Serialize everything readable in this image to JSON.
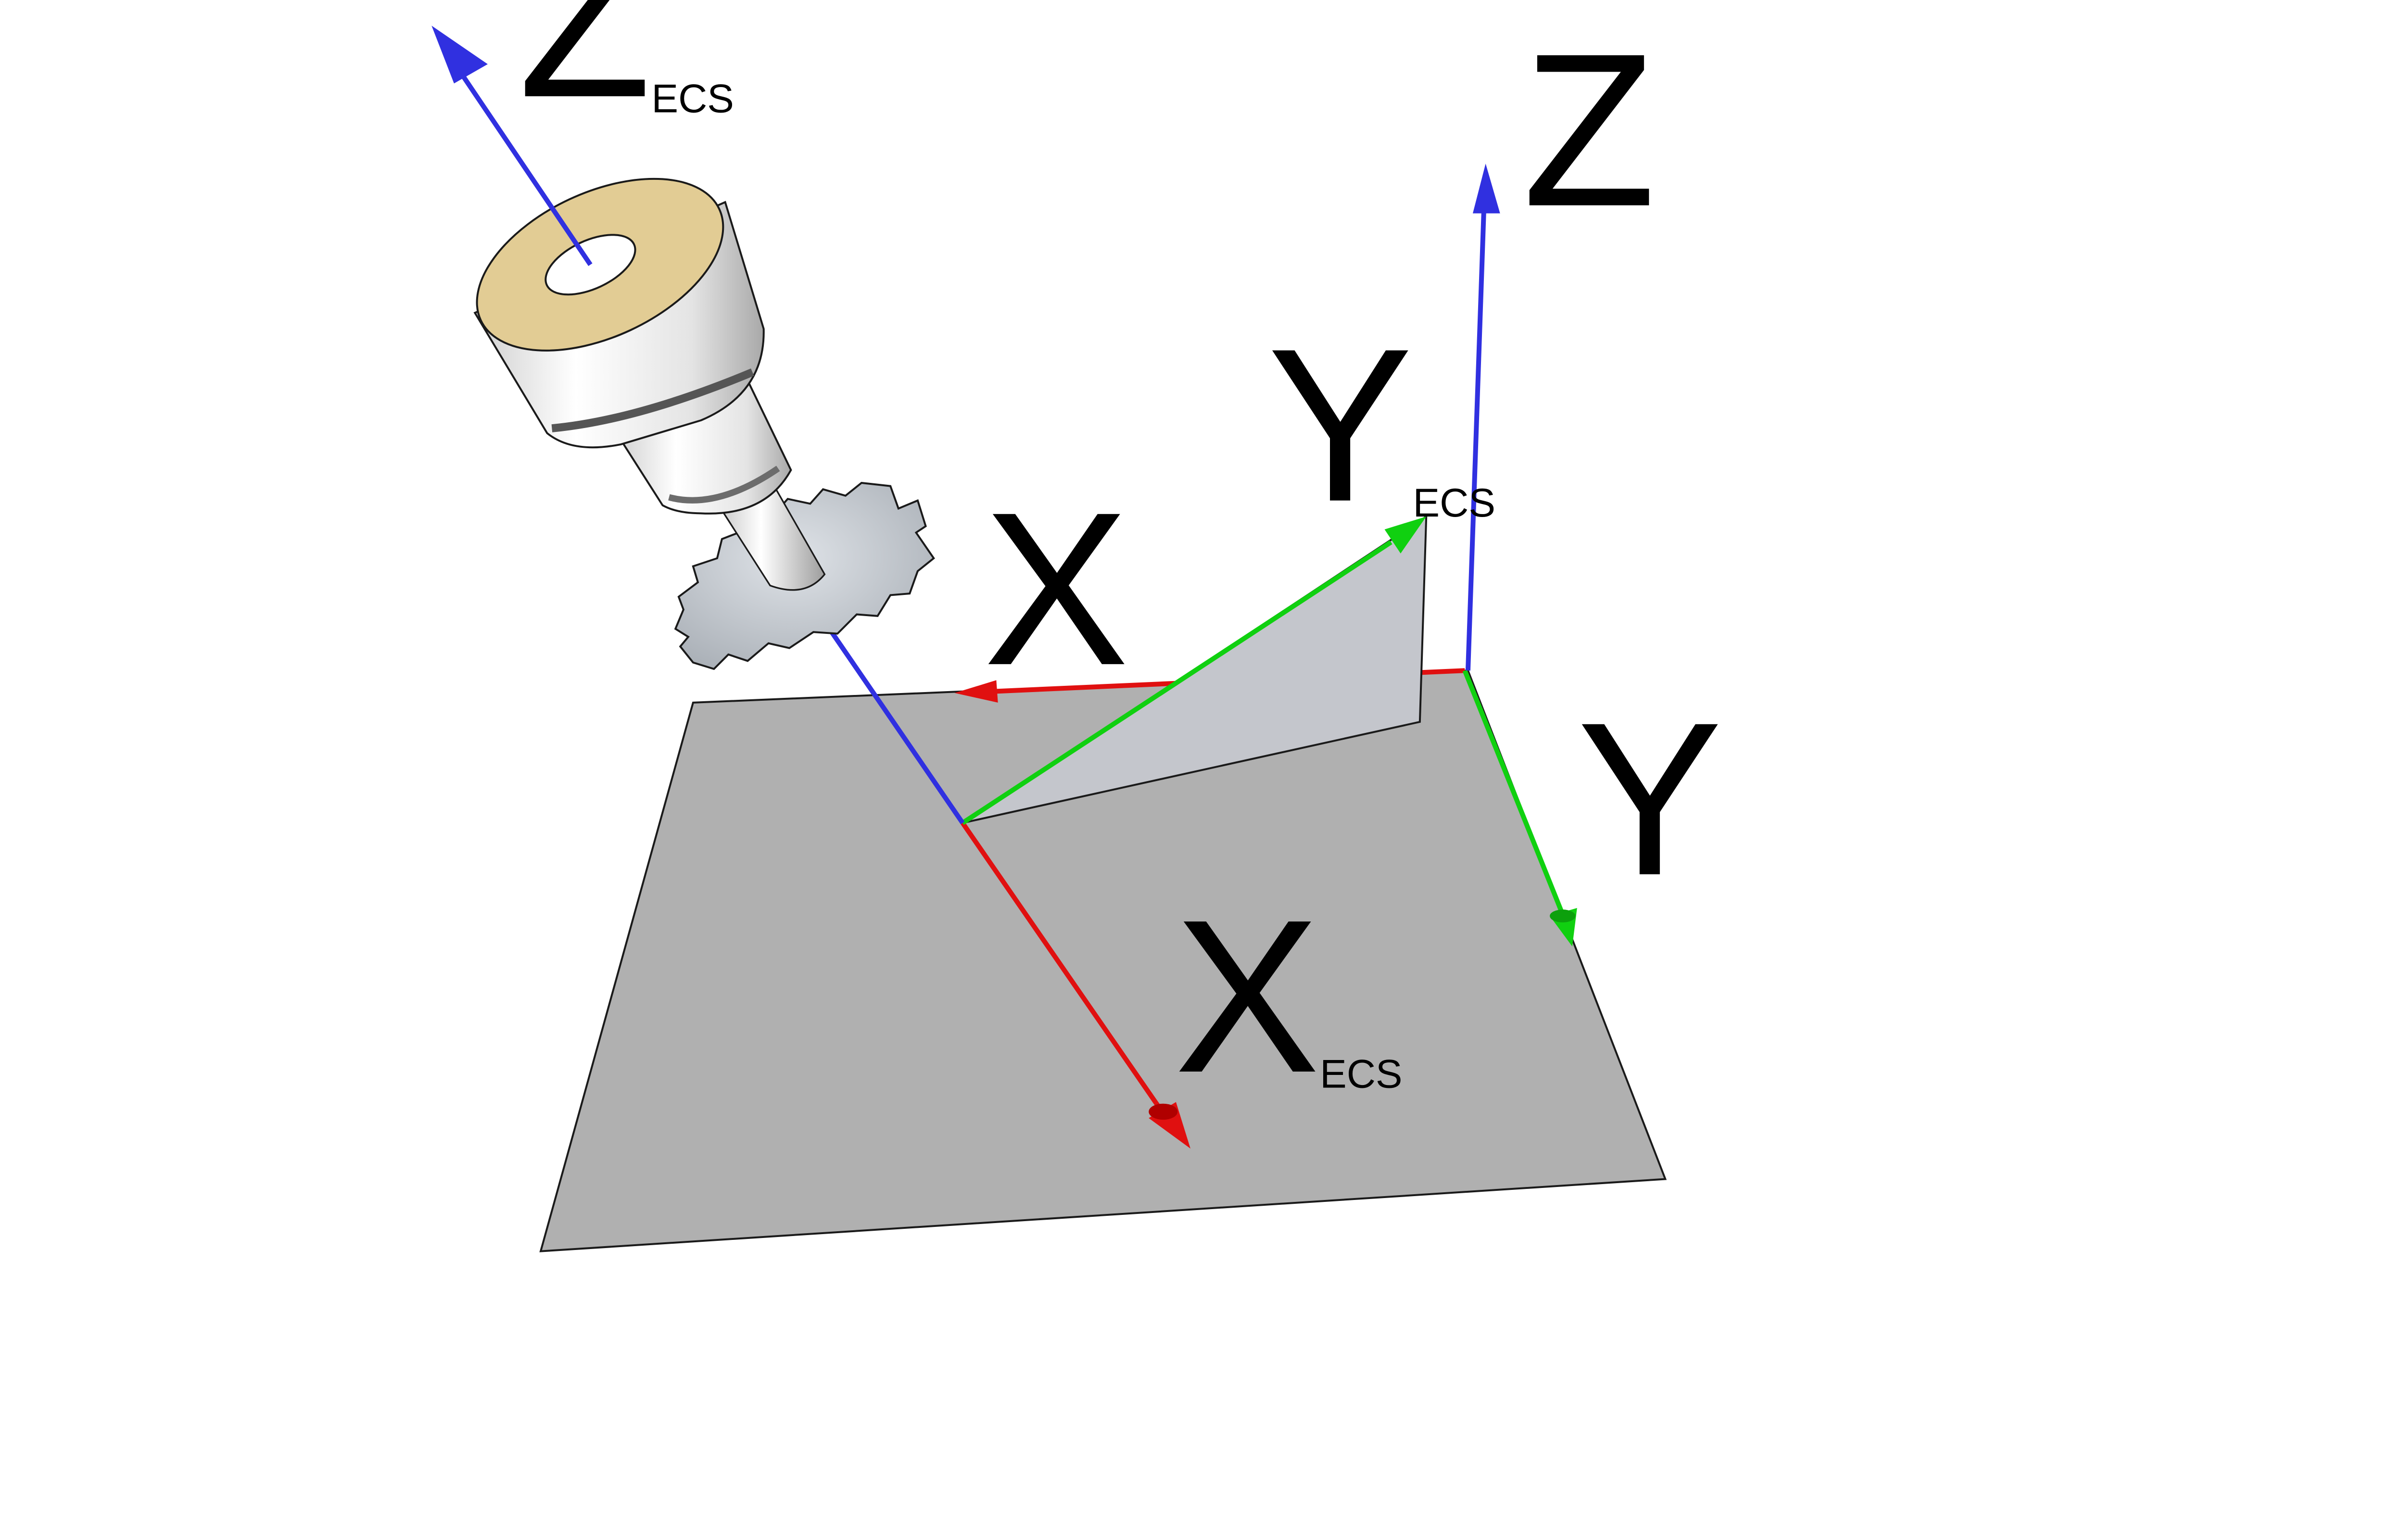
{
  "diagram": {
    "labels": {
      "z_ecs": {
        "main": "Z",
        "sub": "ECS"
      },
      "y_ecs": {
        "main": "Y",
        "sub": "ECS"
      },
      "x_ecs": {
        "main": "X",
        "sub": "ECS"
      },
      "x": {
        "main": "X"
      },
      "y": {
        "main": "Y"
      },
      "z": {
        "main": "Z"
      }
    },
    "colors": {
      "x_axis": "#e01010",
      "y_axis": "#10d010",
      "z_axis": "#3030e0",
      "workpiece_plane": "#b0b0b0",
      "inclined_plane": "#c4c6cc",
      "tool_holder": "#ebebeb",
      "tool_holder_top": "#e2cc94",
      "cutter_disc": "#c9ced4",
      "outline": "#1a1a1a"
    },
    "icons": {
      "tool": "side-milling-cutter-icon"
    }
  }
}
